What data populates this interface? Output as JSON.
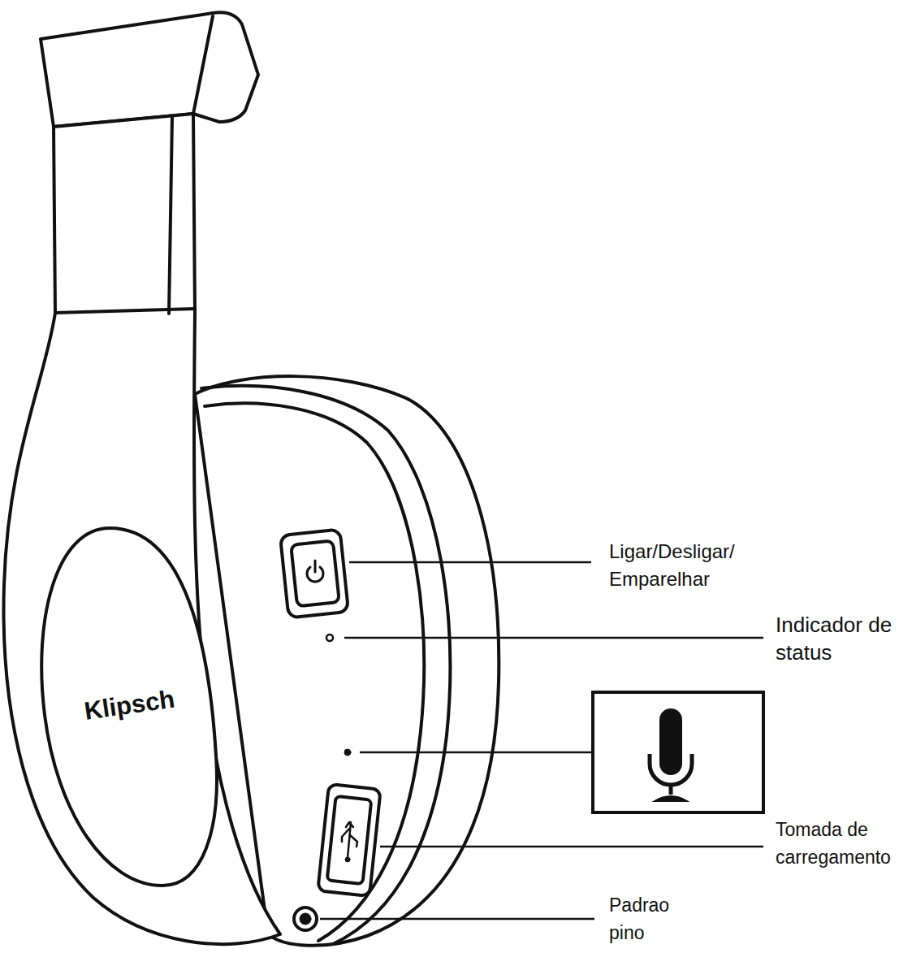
{
  "diagram": {
    "labels": [
      "Klipsch",
      "Ligar/Desligar/ Emparelhar",
      "Indicador de status",
      "Tomada de carregamento",
      "Padrao pino"
    ]
  }
}
